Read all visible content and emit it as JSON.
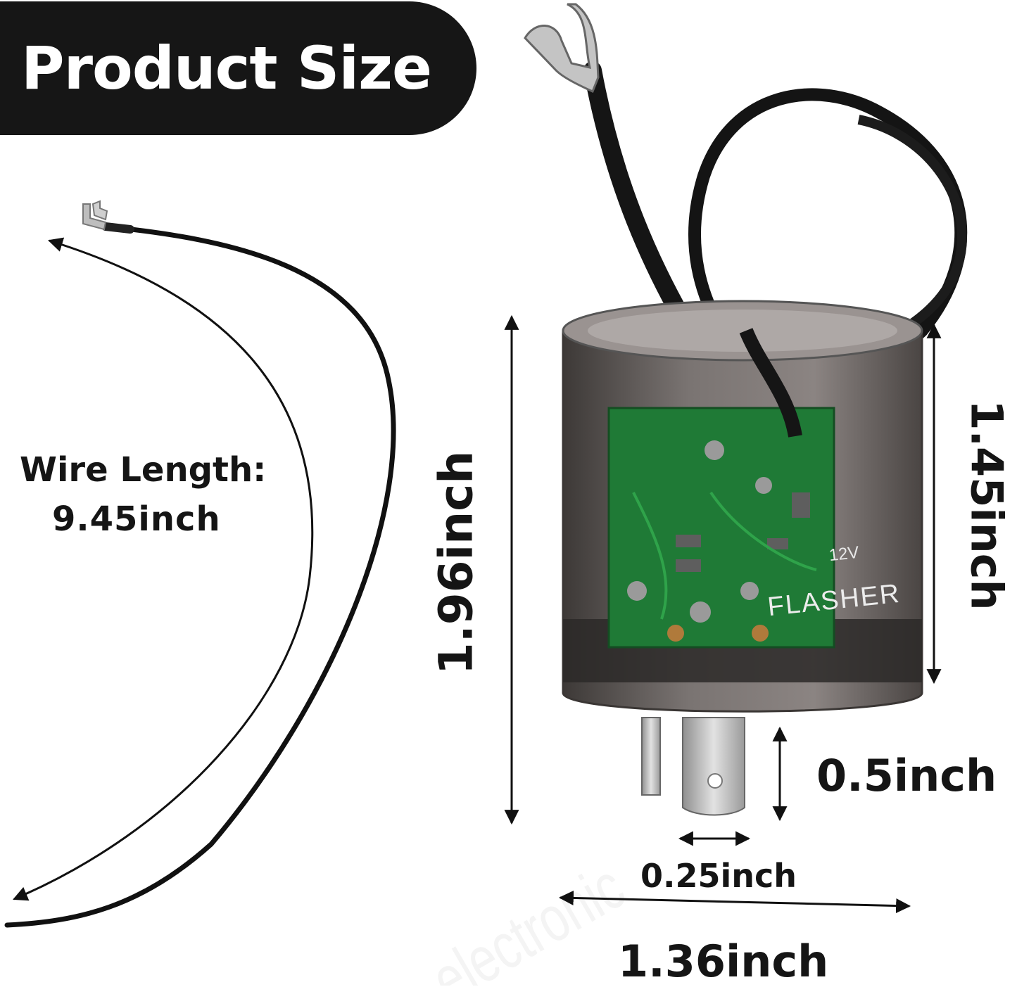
{
  "header": {
    "title": "Product Size"
  },
  "wire": {
    "label": "Wire Length:",
    "value": "9.45inch"
  },
  "dimensions": {
    "overall_height": "1.96inch",
    "body_height": "1.45inch",
    "pin_length": "0.5inch",
    "pin_width": "0.25inch",
    "body_width": "1.36inch"
  },
  "product_print": {
    "brand": "electronic",
    "voltage": "12V",
    "type": "FLASHER"
  },
  "colors": {
    "badge": "#161616",
    "wire": "#111111",
    "housing": "#5b5654",
    "board": "#1f7a36",
    "pin": "#c9c9c9"
  }
}
